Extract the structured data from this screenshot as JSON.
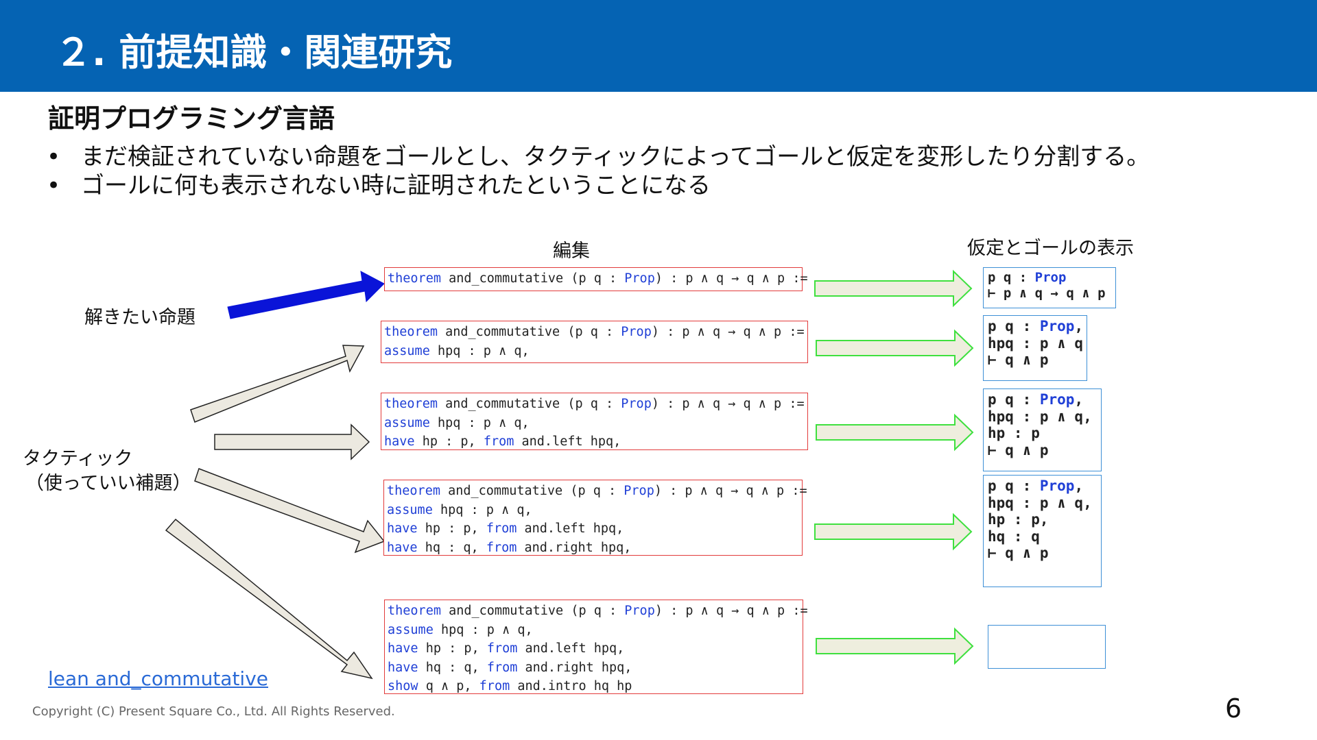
{
  "header": {
    "title": "２. 前提知識・関連研究"
  },
  "section_title": "証明プログラミング言語",
  "bullets": [
    "まだ検証されていない命題をゴールとし、タクティックによってゴールと仮定を変形したり分割する。",
    "ゴールに何も表示されない時に証明されたということになる"
  ],
  "bullet_marker": "•",
  "columns": {
    "edit": "編集",
    "goals": "仮定とゴールの表示"
  },
  "labels": {
    "proposition": "解きたい命題",
    "tactic_line1": "タクティック",
    "tactic_line2": "（使っていい補題）"
  },
  "code_blocks": [
    [
      [
        "theorem",
        " and_commutative (p q : ",
        "Prop",
        ") : p ∧ q → q ∧ p :="
      ]
    ],
    [
      [
        "theorem",
        " and_commutative (p q : ",
        "Prop",
        ") : p ∧ q → q ∧ p :="
      ],
      [
        "assume",
        " hpq : p ∧ q,"
      ]
    ],
    [
      [
        "theorem",
        " and_commutative (p q : ",
        "Prop",
        ") : p ∧ q → q ∧ p :="
      ],
      [
        "assume",
        " hpq : p ∧ q,"
      ],
      [
        "have",
        " hp : p, ",
        "from",
        " and.left hpq,"
      ]
    ],
    [
      [
        "theorem",
        " and_commutative (p q : ",
        "Prop",
        ") : p ∧ q → q ∧ p :="
      ],
      [
        "assume",
        " hpq : p ∧ q,"
      ],
      [
        "have",
        " hp : p, ",
        "from",
        " and.left hpq,"
      ],
      [
        "have",
        " hq : q, ",
        "from",
        " and.right hpq,"
      ]
    ],
    [
      [
        "theorem",
        " and_commutative (p q : ",
        "Prop",
        ") : p ∧ q → q ∧ p :="
      ],
      [
        "assume",
        " hpq : p ∧ q,"
      ],
      [
        "have",
        " hp : p, ",
        "from",
        " and.left hpq,"
      ],
      [
        "have",
        " hq : q, ",
        "from",
        " and.right hpq,"
      ],
      [
        "show",
        " q ∧ p, ",
        "from",
        " and.intro hq hp"
      ]
    ]
  ],
  "goal_blocks": [
    [
      [
        "p q : ",
        "Prop"
      ],
      [
        "⊢ p ∧ q → q ∧ p"
      ]
    ],
    [
      [
        "p q : ",
        "Prop",
        ","
      ],
      [
        "hpq : p ∧ q"
      ],
      [
        "⊢ q ∧ p"
      ]
    ],
    [
      [
        "p q : ",
        "Prop",
        ","
      ],
      [
        "hpq : p ∧ q,"
      ],
      [
        "hp : p"
      ],
      [
        "⊢ q ∧ p"
      ]
    ],
    [
      [
        "p q : ",
        "Prop",
        ","
      ],
      [
        "hpq : p ∧ q,"
      ],
      [
        "hp : p,"
      ],
      [
        "hq : q"
      ],
      [
        "⊢ q ∧ p"
      ]
    ],
    []
  ],
  "link_text": "lean and_commutative",
  "copyright": "Copyright (C) Present Square Co., Ltd. All Rights Reserved.",
  "page_number": "6",
  "colors": {
    "header": "#0563b3",
    "keyword": "#1f3fd6",
    "code_border": "#e23a3a",
    "goal_border": "#3d8fd6",
    "green_arrow": "#3ee03e",
    "blue_arrow": "#0a14d8",
    "tactic_arrow_fill": "#ece9e0"
  }
}
